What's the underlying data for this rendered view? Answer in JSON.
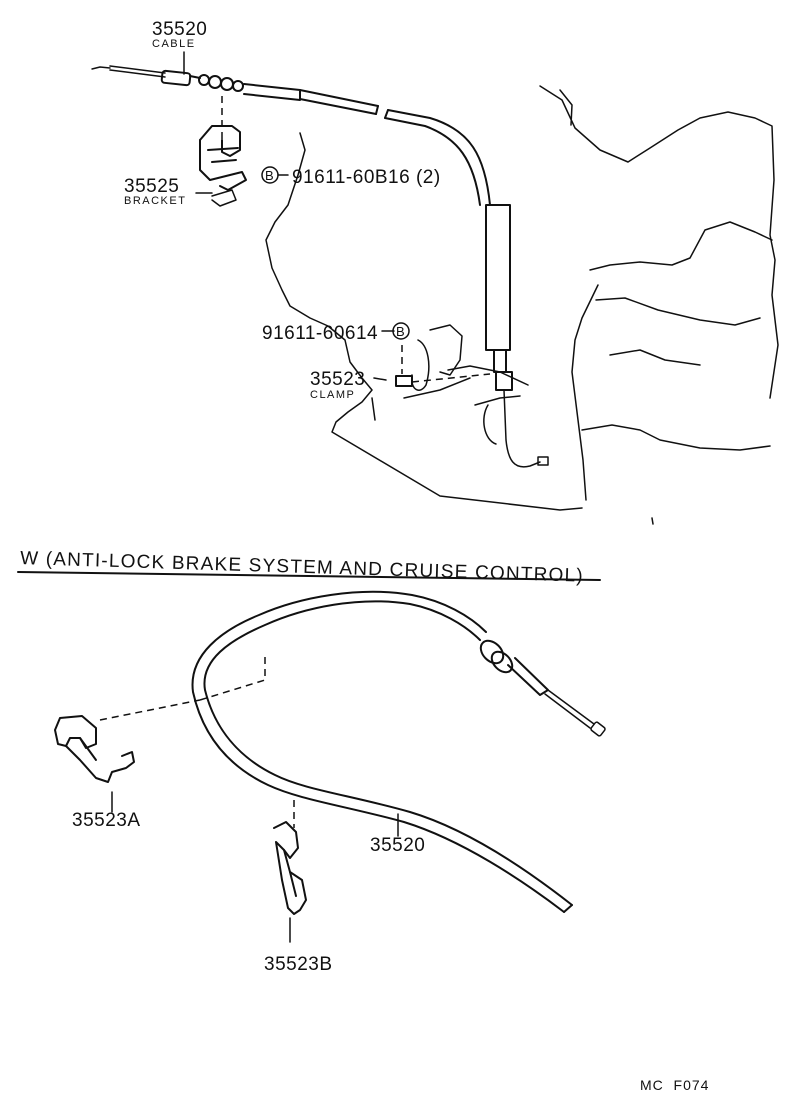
{
  "top": {
    "cable": {
      "part": "35520",
      "name": "CABLE"
    },
    "bracket": {
      "part": "35525",
      "name": "BRACKET"
    },
    "bolt_main": {
      "ref": "B",
      "part": "91611-60B16 (2)"
    },
    "bolt_clamp": {
      "part": "91611-60614",
      "ref": "B"
    },
    "clamp": {
      "part": "35523",
      "name": "CLAMP"
    }
  },
  "section": {
    "heading": "W (ANTI-LOCK BRAKE SYSTEM AND CRUISE CONTROL)",
    "cable_part": "35520",
    "clamp_a": "35523A",
    "clamp_b": "35523B"
  },
  "footer": {
    "code": "MC  F074"
  }
}
